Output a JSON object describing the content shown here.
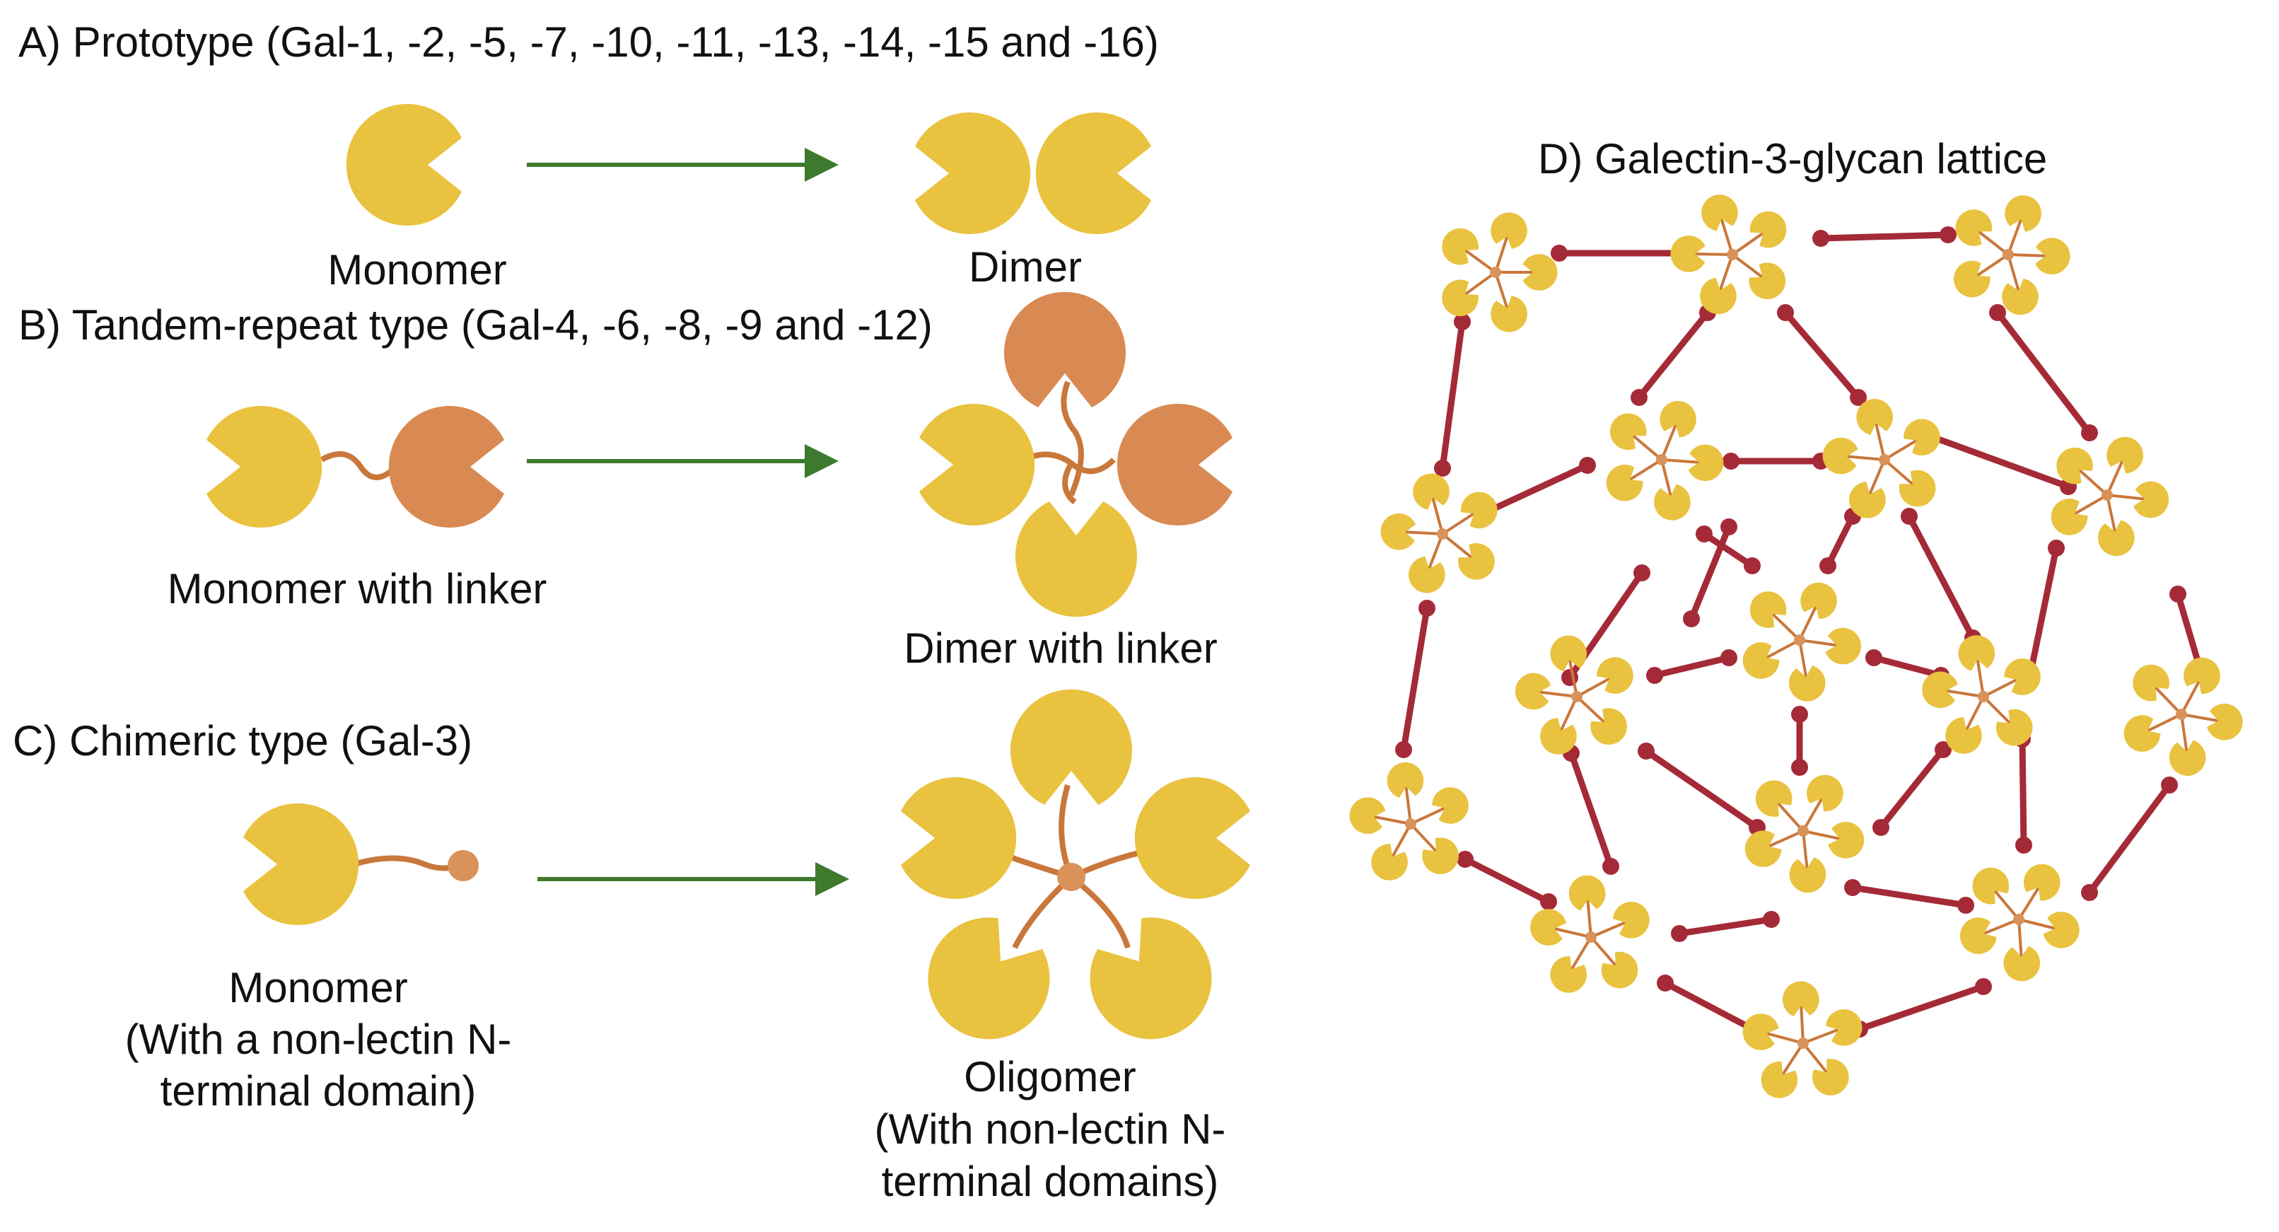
{
  "colors": {
    "yellow": "#E9C23F",
    "orange": "#D98A52",
    "arrow": "#3E7A2E",
    "linker": "#C9773A",
    "lattice_bond": "#A52A37",
    "hub": "#D9935A",
    "text": "#111111"
  },
  "sections": {
    "a": {
      "heading": "A) Prototype (Gal-1, -2, -5, -7, -10, -11, -13, -14, -15 and -16)",
      "left_caption": "Monomer",
      "right_caption": "Dimer"
    },
    "b": {
      "heading": "B) Tandem-repeat type (Gal-4, -6, -8, -9 and -12)",
      "left_caption": "Monomer with linker",
      "right_caption": "Dimer with linker"
    },
    "c": {
      "heading": "C) Chimeric type (Gal-3)",
      "left_caption_lines": [
        "Monomer",
        "(With a non-lectin N-",
        "terminal domain)"
      ],
      "right_caption_lines": [
        "Oligomer",
        "(With  non-lectin N-",
        "terminal domains)"
      ]
    },
    "d": {
      "heading": "D) Galectin-3-glycan lattice"
    }
  }
}
